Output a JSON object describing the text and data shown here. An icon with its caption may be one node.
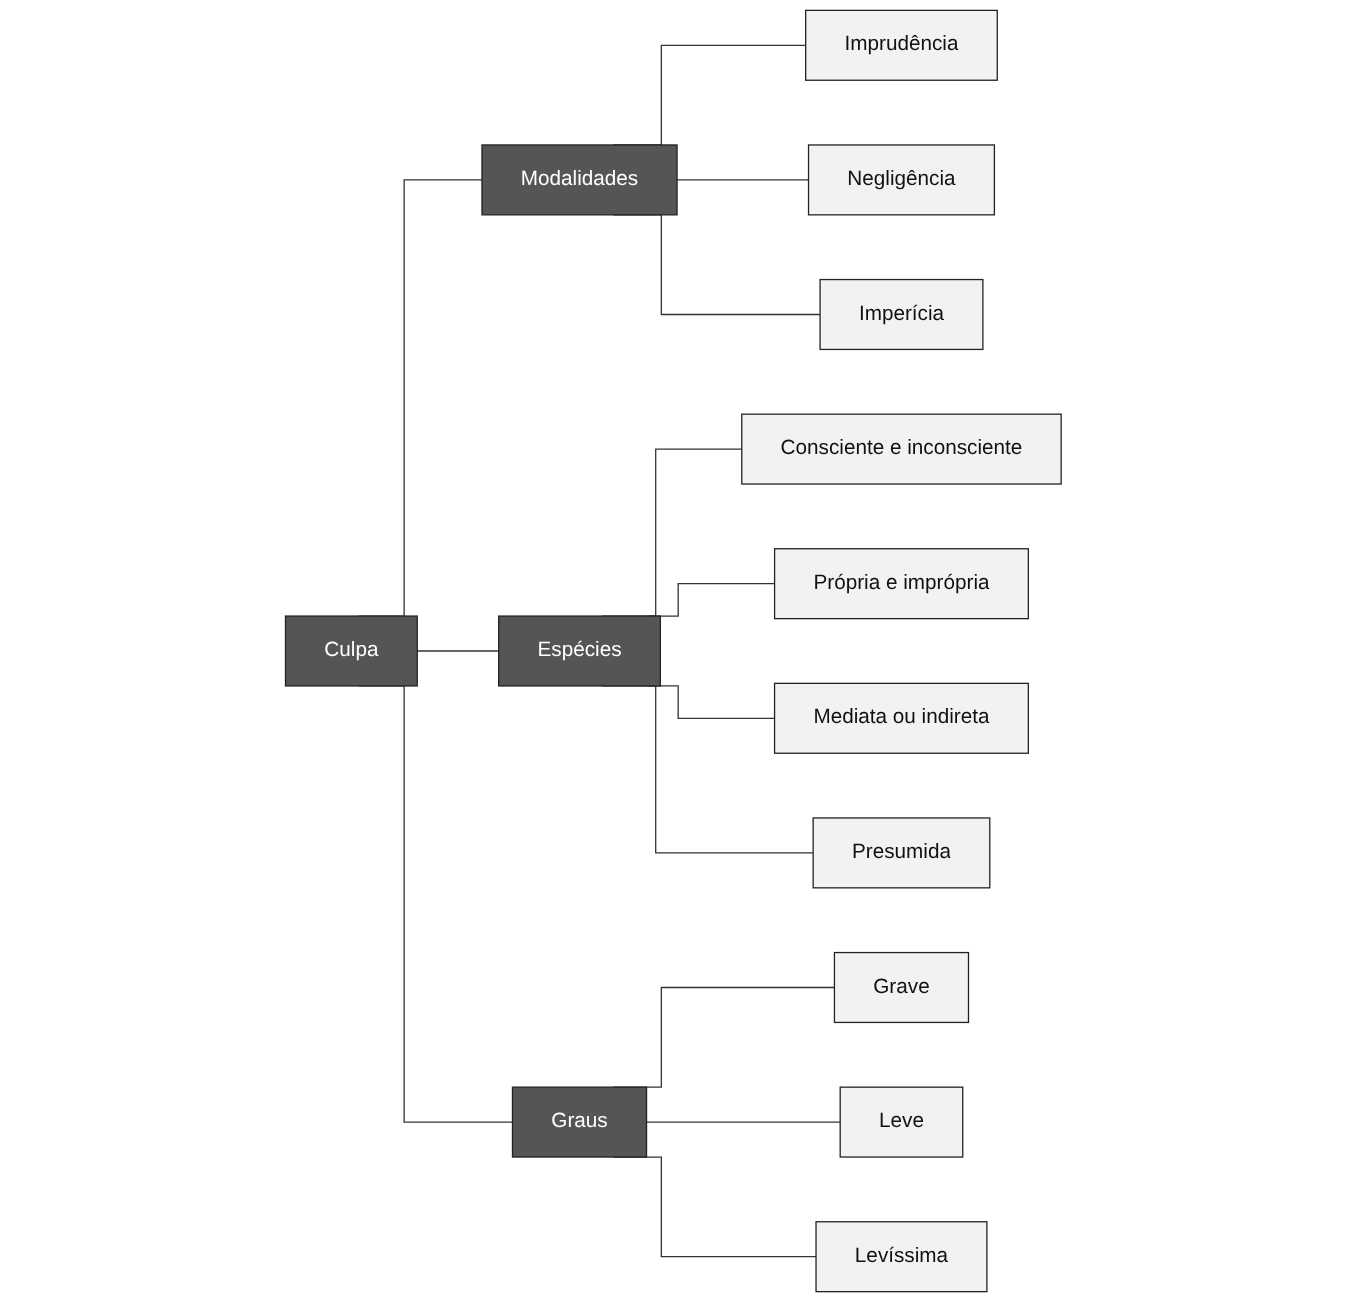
{
  "diagram": {
    "nodes": [
      {
        "text": [
          "Culpa"
        ]
      },
      {
        "text": [
          "Modalidades"
        ]
      },
      {
        "text": [
          "Imprudência"
        ]
      },
      {
        "text": [
          "Negligência"
        ]
      },
      {
        "text": [
          "Imperícia"
        ]
      },
      {
        "text": [
          "Espécies"
        ]
      },
      {
        "text": [
          "Consciente e inconsciente"
        ]
      },
      {
        "text": [
          "Própria e imprópria"
        ]
      },
      {
        "text": [
          "Mediata ou indireta"
        ]
      },
      {
        "text": [
          "Presumida"
        ]
      },
      {
        "text": [
          "Graus"
        ]
      },
      {
        "text": [
          "Grave"
        ]
      },
      {
        "text": [
          "Leve"
        ]
      },
      {
        "text": [
          "Levíssima"
        ]
      }
    ],
    "edges": [
      {
        "from": 0,
        "to": 1,
        "arrow": "none"
      },
      {
        "from": 1,
        "to": 2,
        "arrow": "none"
      },
      {
        "from": 1,
        "to": 3,
        "arrow": "none"
      },
      {
        "from": 1,
        "to": 4,
        "arrow": "none"
      },
      {
        "from": 0,
        "to": 5,
        "arrow": "none"
      },
      {
        "from": 5,
        "to": 6,
        "arrow": "none"
      },
      {
        "from": 5,
        "to": 7,
        "arrow": "none"
      },
      {
        "from": 5,
        "to": 8,
        "arrow": "none"
      },
      {
        "from": 5,
        "to": 9,
        "arrow": "none"
      },
      {
        "from": 0,
        "to": 10,
        "arrow": "none"
      },
      {
        "from": 10,
        "to": 11,
        "arrow": "none"
      },
      {
        "from": 10,
        "to": 12,
        "arrow": "none"
      },
      {
        "from": 10,
        "to": 13,
        "arrow": "none"
      }
    ]
  }
}
